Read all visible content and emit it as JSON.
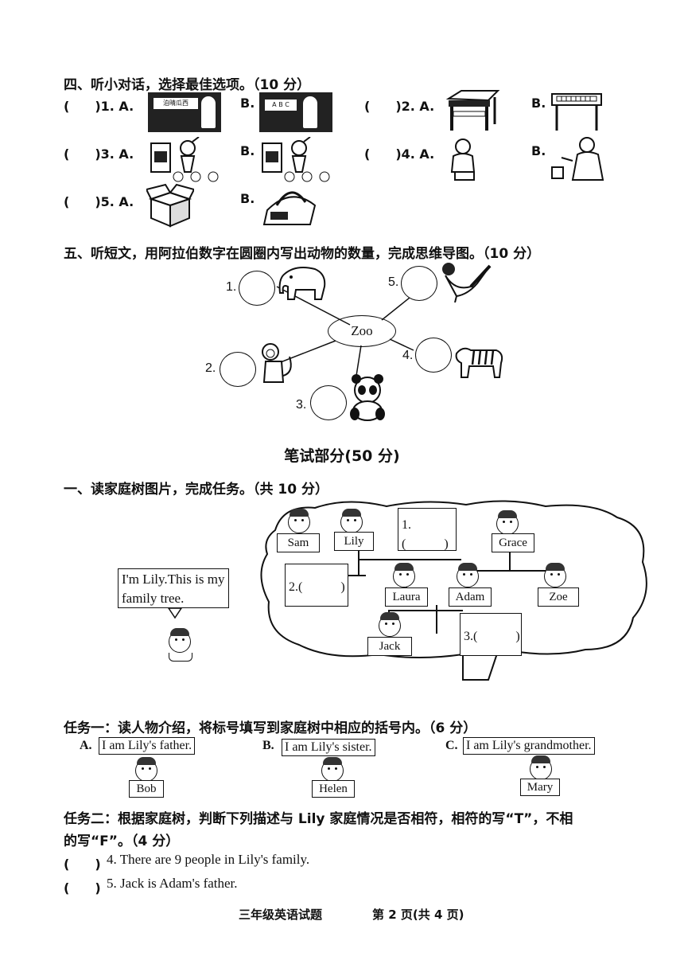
{
  "listening": {
    "section4": {
      "title": "四、听小对话，选择最佳选项。（10 分）",
      "items": [
        {
          "num": "(　　)1. A.",
          "optA": "A.",
          "optB": "B.",
          "picA_text": "泊晴瓜西",
          "picB_text": "A B C"
        },
        {
          "num": "(　　)2. A.",
          "optB": "B."
        },
        {
          "num": "(　　)3. A.",
          "optB": "B."
        },
        {
          "num": "(　　)4. A.",
          "optB": "B."
        },
        {
          "num": "(　　)5. A.",
          "optB": "B."
        }
      ]
    },
    "section5": {
      "title": "五、听短文，用阿拉伯数字在圆圈内写出动物的数量，完成思维导图。（10 分）",
      "center": "Zoo",
      "nodes": [
        {
          "num": "1.",
          "animal": "elephant-icon"
        },
        {
          "num": "2.",
          "animal": "monkey-icon"
        },
        {
          "num": "3.",
          "animal": "panda-icon"
        },
        {
          "num": "4.",
          "animal": "tiger-icon"
        },
        {
          "num": "5.",
          "animal": "bird-icon"
        }
      ]
    }
  },
  "written": {
    "title": "笔试部分(50 分)",
    "section1": {
      "title": "一、读家庭树图片，完成任务。（共 10 分）",
      "speech": "I'm Lily.This is my family tree.",
      "tree": {
        "sam": "Sam",
        "lily": "Lily",
        "blank1": "1.(　　　)",
        "grace": "Grace",
        "blank2": "2.(　　　)",
        "laura": "Laura",
        "adam": "Adam",
        "zoe": "Zoe",
        "jack": "Jack",
        "blank3": "3.(　　　)"
      }
    },
    "task1": {
      "title": "任务一：读人物介绍，将标号填写到家庭树中相应的括号内。（6 分）",
      "options": [
        {
          "letter": "A.",
          "text": "I am Lily's father.",
          "name": "Bob"
        },
        {
          "letter": "B.",
          "text": "I am Lily's sister.",
          "name": "Helen"
        },
        {
          "letter": "C.",
          "text": "I am Lily's grandmother.",
          "name": "Mary"
        }
      ]
    },
    "task2": {
      "title_line1": "任务二：根据家庭树，判断下列描述与 Lily 家庭情况是否相符，相符的写“T”，不相",
      "title_line2": "的写“F”。（4 分）",
      "items": [
        {
          "paren": "(　　)",
          "text": "4. There are 9 people in Lily's family."
        },
        {
          "paren": "(　　)",
          "text": "5. Jack is Adam's father."
        }
      ]
    }
  },
  "footer": {
    "subject": "三年级英语试题",
    "page": "第 2 页(共 4 页)"
  }
}
